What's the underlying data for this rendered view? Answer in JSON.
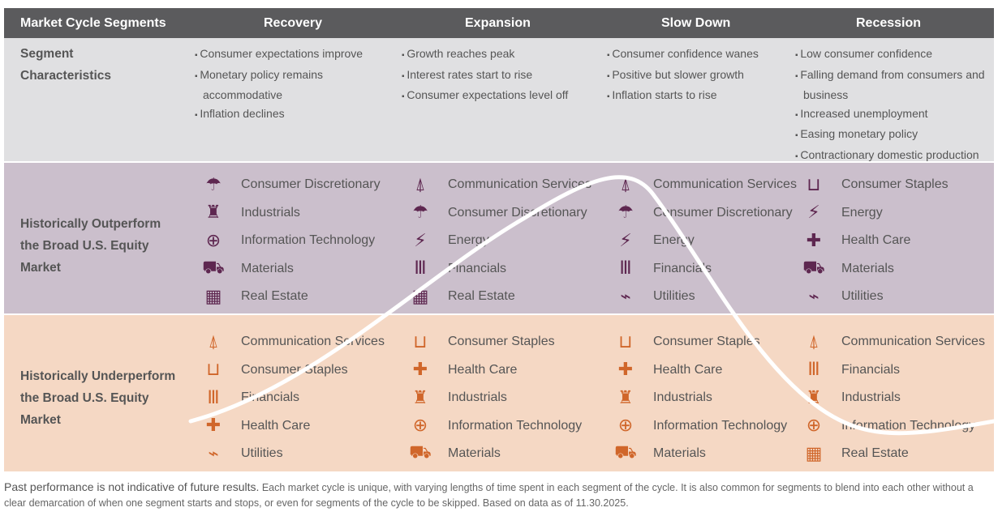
{
  "header": {
    "title": "Market Cycle Segments",
    "phases": [
      "Recovery",
      "Expansion",
      "Slow Down",
      "Recession"
    ]
  },
  "characteristics": {
    "label": "Segment Characteristics",
    "columns": [
      [
        "Consumer expectations improve",
        "Monetary policy remains accommodative",
        "Inflation declines"
      ],
      [
        "Growth reaches peak",
        "Interest rates start to rise",
        "Consumer expectations level off"
      ],
      [
        "Consumer confidence wanes",
        "Positive but slower growth",
        "Inflation starts to rise"
      ],
      [
        "Low consumer confidence",
        "Falling demand from consumers and business",
        "Increased unemployment",
        "Easing monetary policy",
        "Contractionary domestic production"
      ]
    ]
  },
  "outperform": {
    "label": "Historically Outperform the Broad U.S. Equity Market",
    "columns": [
      [
        {
          "icon": "umbrella-chair-icon",
          "glyph": "☂",
          "name": "Consumer Discretionary"
        },
        {
          "icon": "factory-icon",
          "glyph": "♜",
          "name": "Industrials"
        },
        {
          "icon": "globe-icon",
          "glyph": "⊕",
          "name": "Information Technology"
        },
        {
          "icon": "mine-cart-icon",
          "glyph": "⛟",
          "name": "Materials"
        },
        {
          "icon": "buildings-icon",
          "glyph": "▦",
          "name": "Real Estate"
        }
      ],
      [
        {
          "icon": "antenna-icon",
          "glyph": "⍋",
          "name": "Communication Services"
        },
        {
          "icon": "umbrella-chair-icon",
          "glyph": "☂",
          "name": "Consumer Discretionary"
        },
        {
          "icon": "plug-icon",
          "glyph": "⚡",
          "name": "Energy"
        },
        {
          "icon": "bank-icon",
          "glyph": "Ⅲ",
          "name": "Financials"
        },
        {
          "icon": "buildings-icon",
          "glyph": "▦",
          "name": "Real Estate"
        }
      ],
      [
        {
          "icon": "antenna-icon",
          "glyph": "⍋",
          "name": "Communication Services"
        },
        {
          "icon": "umbrella-chair-icon",
          "glyph": "☂",
          "name": "Consumer Discretionary"
        },
        {
          "icon": "plug-icon",
          "glyph": "⚡",
          "name": "Energy"
        },
        {
          "icon": "bank-icon",
          "glyph": "Ⅲ",
          "name": "Financials"
        },
        {
          "icon": "utility-plug-icon",
          "glyph": "⌁",
          "name": "Utilities"
        }
      ],
      [
        {
          "icon": "shopping-cart-icon",
          "glyph": "⊔",
          "name": "Consumer Staples"
        },
        {
          "icon": "plug-icon",
          "glyph": "⚡",
          "name": "Energy"
        },
        {
          "icon": "syringe-icon",
          "glyph": "✚",
          "name": "Health Care"
        },
        {
          "icon": "mine-cart-icon",
          "glyph": "⛟",
          "name": "Materials"
        },
        {
          "icon": "utility-plug-icon",
          "glyph": "⌁",
          "name": "Utilities"
        }
      ]
    ]
  },
  "underperform": {
    "label": "Historically Underperform the Broad U.S. Equity Market",
    "columns": [
      [
        {
          "icon": "antenna-icon",
          "glyph": "⍋",
          "name": "Communication Services"
        },
        {
          "icon": "shopping-cart-icon",
          "glyph": "⊔",
          "name": "Consumer Staples"
        },
        {
          "icon": "bank-icon",
          "glyph": "Ⅲ",
          "name": "Financials"
        },
        {
          "icon": "syringe-icon",
          "glyph": "✚",
          "name": "Health Care"
        },
        {
          "icon": "utility-plug-icon",
          "glyph": "⌁",
          "name": "Utilities"
        }
      ],
      [
        {
          "icon": "shopping-cart-icon",
          "glyph": "⊔",
          "name": "Consumer Staples"
        },
        {
          "icon": "syringe-icon",
          "glyph": "✚",
          "name": "Health Care"
        },
        {
          "icon": "factory-icon",
          "glyph": "♜",
          "name": "Industrials"
        },
        {
          "icon": "globe-icon",
          "glyph": "⊕",
          "name": "Information Technology"
        },
        {
          "icon": "mine-cart-icon",
          "glyph": "⛟",
          "name": "Materials"
        }
      ],
      [
        {
          "icon": "shopping-cart-icon",
          "glyph": "⊔",
          "name": "Consumer Staples"
        },
        {
          "icon": "syringe-icon",
          "glyph": "✚",
          "name": "Health Care"
        },
        {
          "icon": "factory-icon",
          "glyph": "♜",
          "name": "Industrials"
        },
        {
          "icon": "globe-icon",
          "glyph": "⊕",
          "name": "Information Technology"
        },
        {
          "icon": "mine-cart-icon",
          "glyph": "⛟",
          "name": "Materials"
        }
      ],
      [
        {
          "icon": "antenna-icon",
          "glyph": "⍋",
          "name": "Communication Services"
        },
        {
          "icon": "bank-icon",
          "glyph": "Ⅲ",
          "name": "Financials"
        },
        {
          "icon": "factory-icon",
          "glyph": "♜",
          "name": "Industrials"
        },
        {
          "icon": "globe-icon",
          "glyph": "⊕",
          "name": "Information Technology"
        },
        {
          "icon": "buildings-icon",
          "glyph": "▦",
          "name": "Real Estate"
        }
      ]
    ]
  },
  "footer": {
    "lead": "Past performance is not indicative of future results.",
    "text": " Each market cycle is unique, with varying lengths of time spent in each segment of the cycle. It is also common for segments to blend into each other without a clear demarcation of when one segment starts and stops, or even for segments of the cycle to be skipped. Based on data as of 11.30.2025."
  },
  "colors": {
    "header": "#5b5b5d",
    "outperform_icon": "#5e2750",
    "underperform_icon": "#d0662a"
  }
}
